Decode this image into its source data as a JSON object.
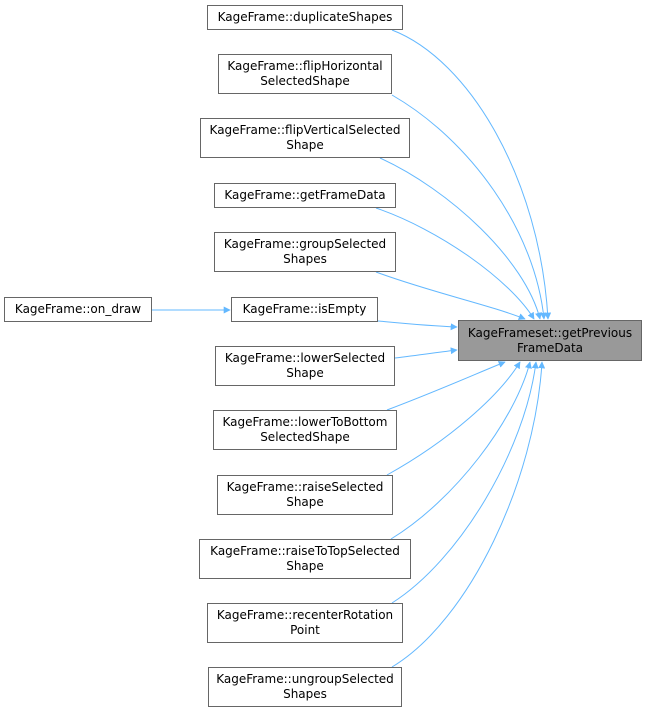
{
  "graph": {
    "target": {
      "id": "getprev",
      "lines": [
        "KageFrameset::getPrevious",
        "FrameData"
      ]
    },
    "callers": [
      {
        "id": "duplicate",
        "lines": [
          "KageFrame::duplicateShapes"
        ]
      },
      {
        "id": "fliph",
        "lines": [
          "KageFrame::flipHorizontal",
          "SelectedShape"
        ]
      },
      {
        "id": "flipv",
        "lines": [
          "KageFrame::flipVerticalSelected",
          "Shape"
        ]
      },
      {
        "id": "getframe",
        "lines": [
          "KageFrame::getFrameData"
        ]
      },
      {
        "id": "group",
        "lines": [
          "KageFrame::groupSelected",
          "Shapes"
        ]
      },
      {
        "id": "isempty",
        "lines": [
          "KageFrame::isEmpty"
        ]
      },
      {
        "id": "lower",
        "lines": [
          "KageFrame::lowerSelected",
          "Shape"
        ]
      },
      {
        "id": "lowerbottom",
        "lines": [
          "KageFrame::lowerToBottom",
          "SelectedShape"
        ]
      },
      {
        "id": "raise",
        "lines": [
          "KageFrame::raiseSelected",
          "Shape"
        ]
      },
      {
        "id": "raisetop",
        "lines": [
          "KageFrame::raiseToTopSelected",
          "Shape"
        ]
      },
      {
        "id": "recenter",
        "lines": [
          "KageFrame::recenterRotation",
          "Point"
        ]
      },
      {
        "id": "ungroup",
        "lines": [
          "KageFrame::ungroupSelected",
          "Shapes"
        ]
      }
    ],
    "outer_callers": [
      {
        "id": "ondraw",
        "lines": [
          "KageFrame::on_draw"
        ],
        "calls": "isempty"
      }
    ],
    "colors": {
      "edge": "#63b8ff",
      "node_border": "#666666",
      "target_fill": "#999999"
    }
  }
}
